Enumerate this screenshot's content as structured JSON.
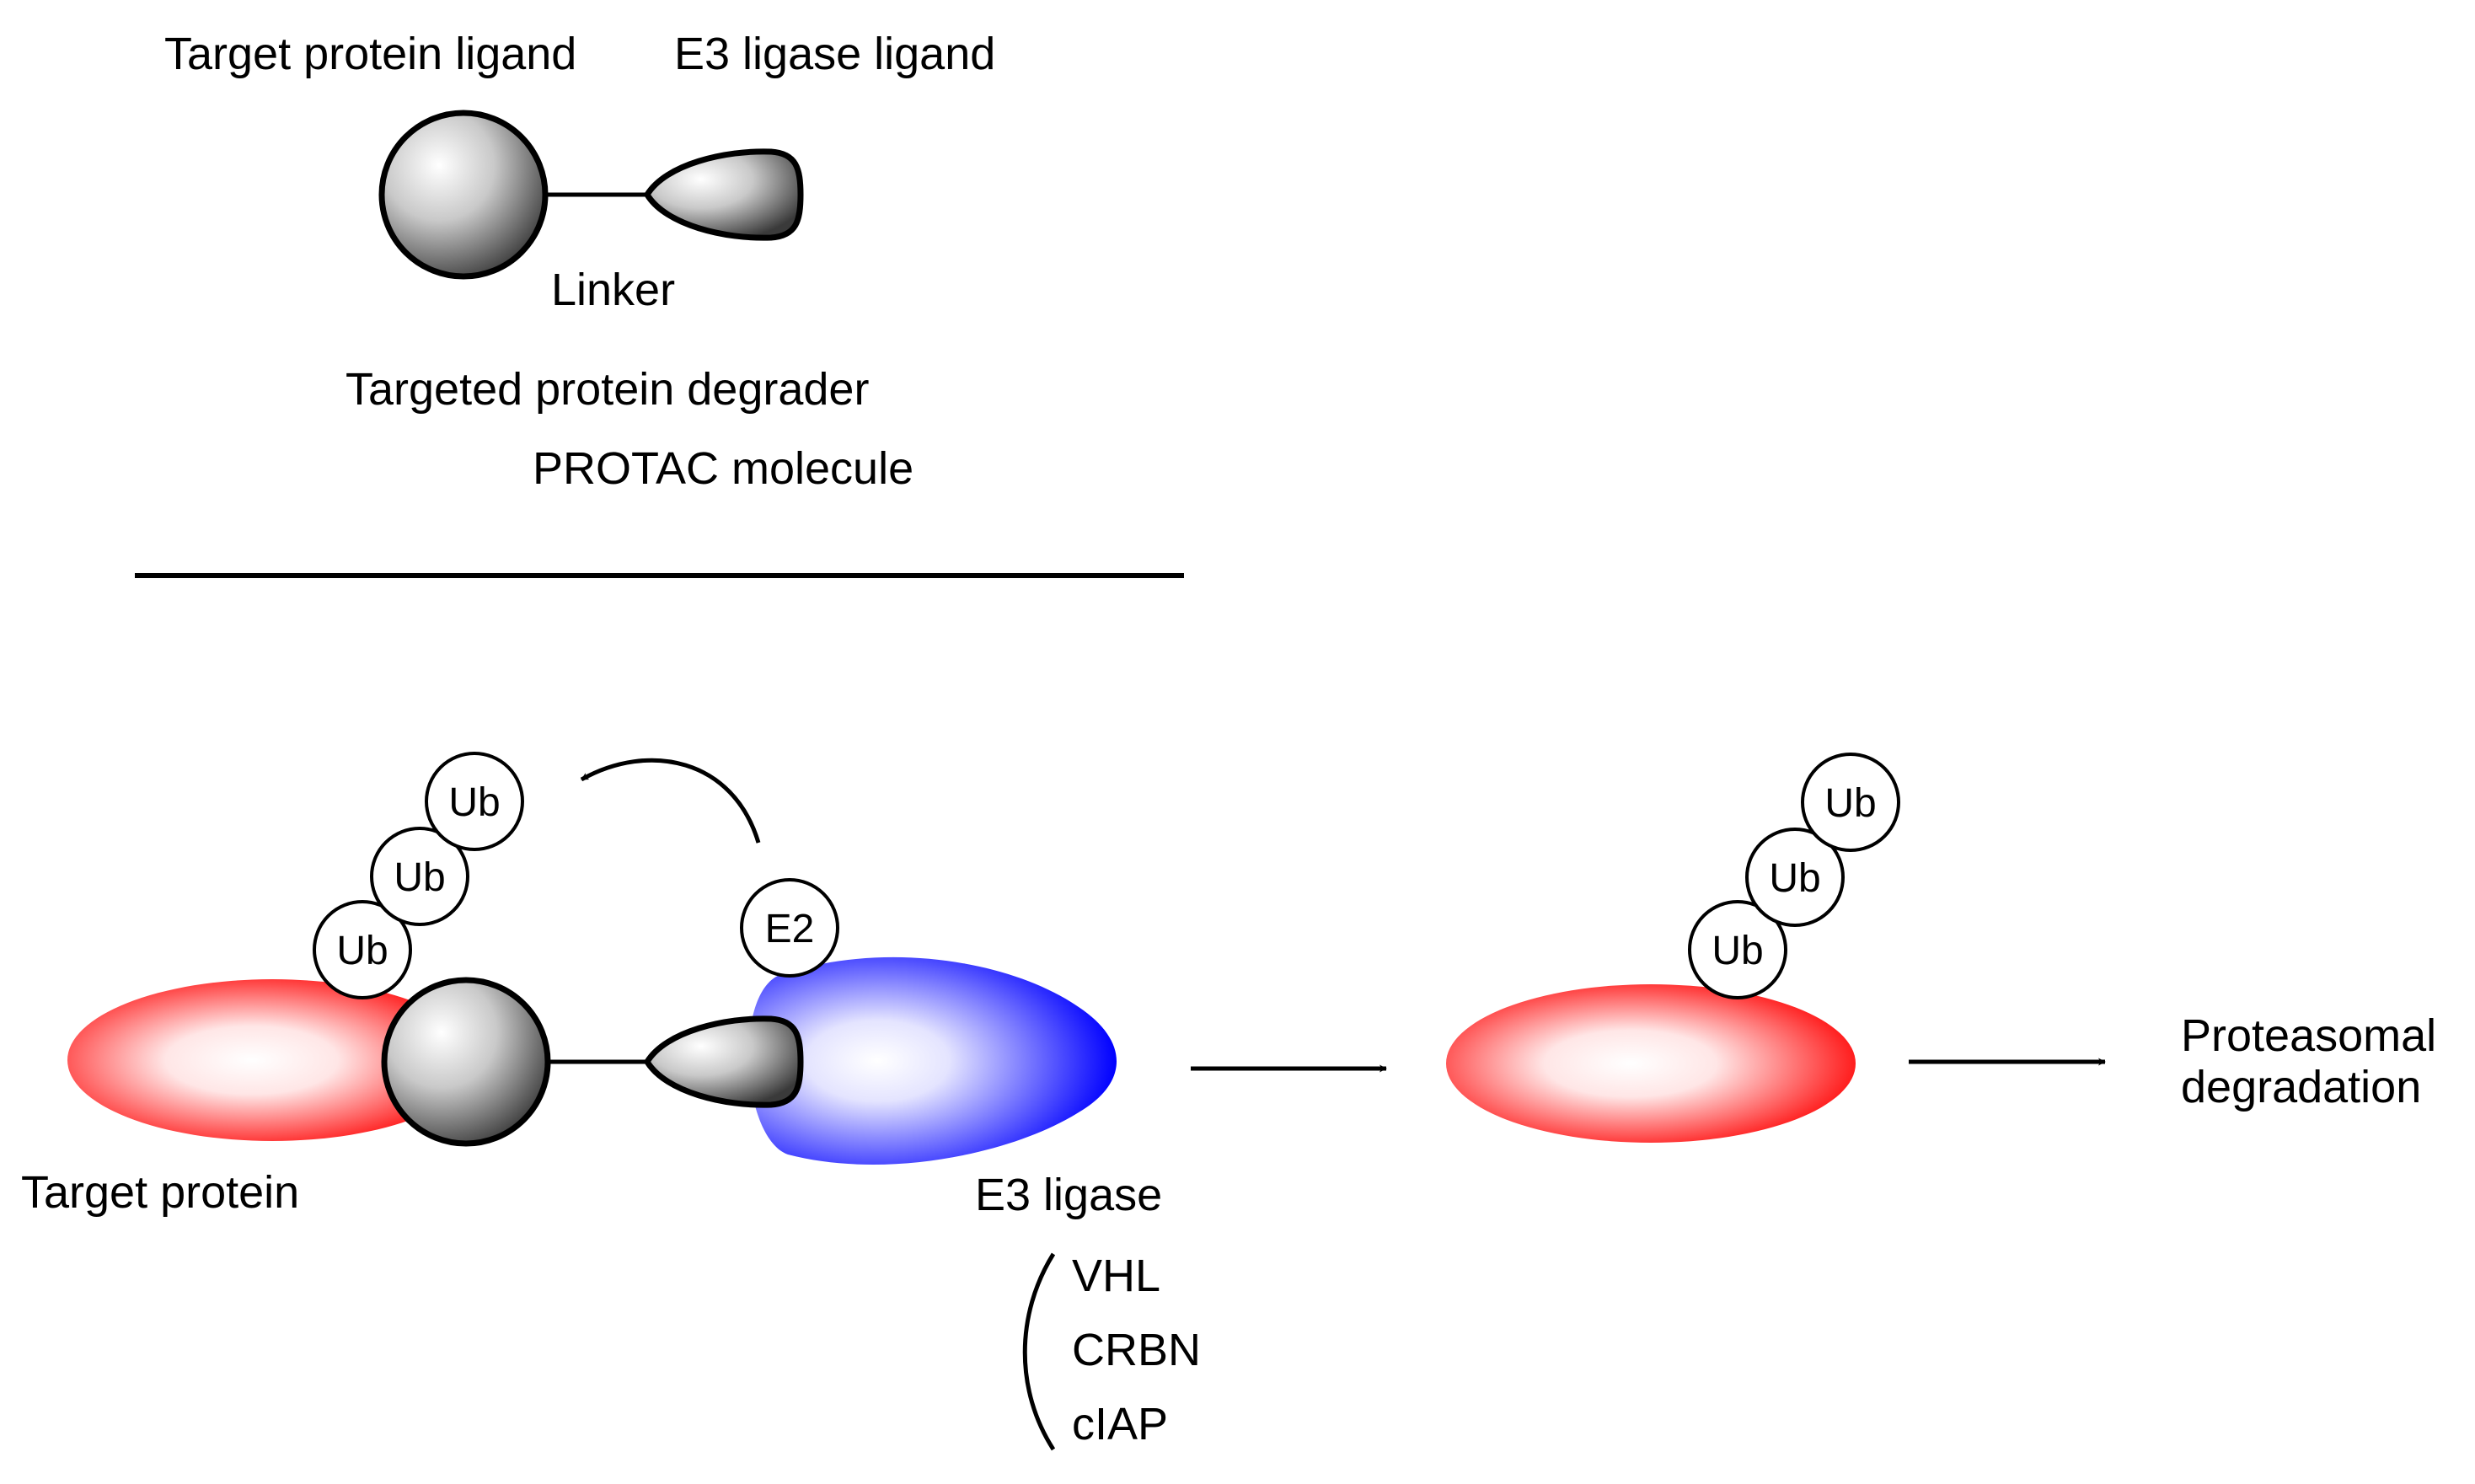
{
  "top": {
    "target_ligand_label": "Target protein ligand",
    "e3_ligand_label": "E3 ligase ligand",
    "linker_label": "Linker",
    "degrader_label": "Targeted protein degrader",
    "protac_label": "PROTAC molecule"
  },
  "bottom": {
    "target_protein_label": "Target protein",
    "e3_ligase_label": "E3 ligase",
    "e2_label": "E2",
    "ub_label": "Ub",
    "e3_examples": [
      "VHL",
      "CRBN",
      "cIAP"
    ],
    "outcome_label_line1": "Proteasomal",
    "outcome_label_line2": "degradation"
  },
  "colors": {
    "target_protein": "#ff0000",
    "e3_ligase": "#0000ff",
    "ligand": "#3a3a3a"
  }
}
